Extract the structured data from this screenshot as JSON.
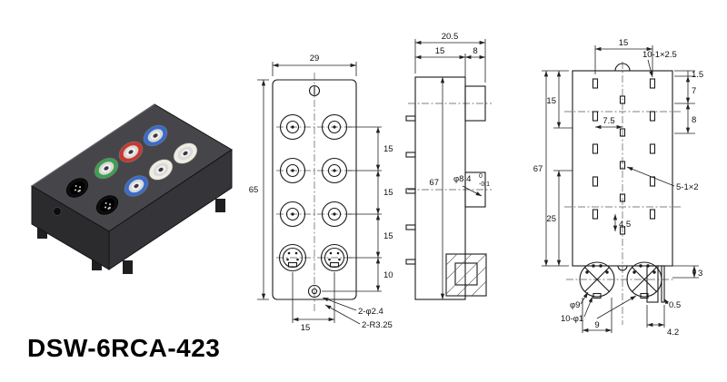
{
  "caption": "DSW-6RCA-423",
  "photo": {
    "jack_colors": {
      "back_left": "#3a6bc9",
      "back_right": "#efece2",
      "mid_left": "#c9392e",
      "mid_right": "#efece2",
      "front_left": "#3f9e52",
      "front_right": "#3a6bc9"
    }
  },
  "front_view": {
    "width": "29",
    "height": "65",
    "pitch_1": "15",
    "pitch_2": "15",
    "pitch_3": "15",
    "pitch_4": "10",
    "bottom_width": "15",
    "note_holes": "2-φ2.4",
    "note_radius": "2-R3.25"
  },
  "side_view": {
    "depth_overall": "20.5",
    "depth_body": "15",
    "tab": "8",
    "height": "67",
    "barrel_dia": "φ8.4",
    "barrel_tol_upper": "0",
    "barrel_tol_lower": "-0.1"
  },
  "rear_view": {
    "col_pitch": "15",
    "note_slots_large": "10-1×2.5",
    "note_slots_small": "5-1×2",
    "right_1": "1.5",
    "right_2": "7",
    "right_3": "8",
    "left_top": "15",
    "left_overall": "67",
    "left_bottom": "25",
    "half_pitch": "7.5",
    "slot_offset": "4.5",
    "din_circle": "φ9",
    "pin_holes": "10-φ1",
    "pin_pitch": "9",
    "clip_gap": "0.5",
    "clip_width": "4.2",
    "clip_depth": "3"
  }
}
